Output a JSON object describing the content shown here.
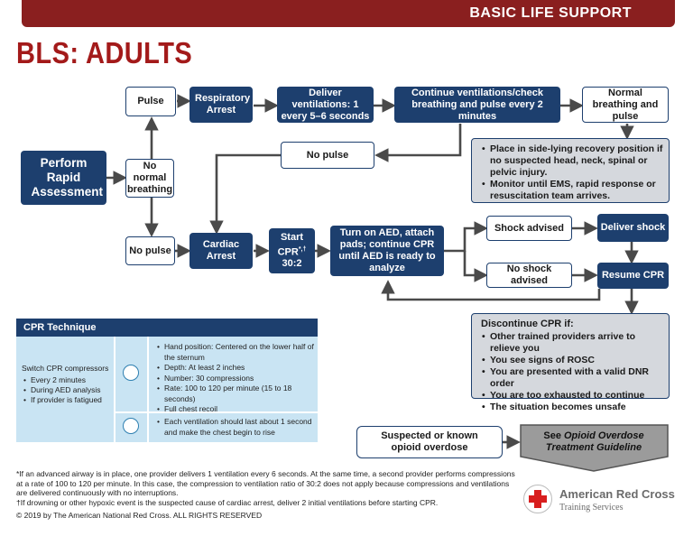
{
  "banner": "BASIC LIFE SUPPORT",
  "title": "BLS: ADULTS",
  "nodes": {
    "pulse": "Pulse",
    "respiratory_arrest": "Respiratory Arrest",
    "deliver_ventilations": "Deliver ventilations: 1 every 5–6 seconds",
    "continue_ventilations": "Continue ventilations/check breathing and pulse every 2 minutes",
    "normal_breathing": "Normal breathing and pulse",
    "perform_rapid": "Perform Rapid Assessment",
    "no_normal_breathing": "No normal breathing",
    "no_pulse_top": "No pulse",
    "no_pulse_left": "No pulse",
    "cardiac_arrest": "Cardiac Arrest",
    "start_cpr_a": "Start",
    "start_cpr_b": "CPR",
    "start_cpr_sup": "*,†",
    "start_cpr_c": "30:2",
    "turn_on_aed": "Turn on AED, attach pads; continue CPR until AED is ready to analyze",
    "shock_advised": "Shock advised",
    "deliver_shock": "Deliver shock",
    "no_shock_advised": "No shock advised",
    "resume_cpr": "Resume CPR",
    "suspected_opioid": "Suspected or known opioid overdose",
    "see_opioid_a": "See",
    "see_opioid_b": "Opioid Overdose Treatment Guideline"
  },
  "recovery": [
    "Place in side-lying recovery position if no suspected head, neck, spinal or pelvic injury.",
    "Monitor until EMS, rapid response or resuscitation team arrives."
  ],
  "discontinue": {
    "heading": "Discontinue CPR if:",
    "items": [
      "Other trained providers arrive to relieve you",
      "You see signs of ROSC",
      "You are presented with a valid DNR order",
      "You are too exhausted to continue",
      "The situation becomes unsafe"
    ]
  },
  "cpr_technique": {
    "heading": "CPR Technique",
    "switch_lead": "Switch CPR compressors",
    "switch_items": [
      "Every 2 minutes",
      "During AED analysis",
      "If provider is fatigued"
    ],
    "compression_items": [
      "Hand position: Centered on the lower half of the sternum",
      "Depth: At least 2 inches",
      "Number: 30 compressions",
      "Rate: 100 to 120 per minute (15 to 18 seconds)",
      "Full chest recoil"
    ],
    "ventilation_items": [
      "Each ventilation should last about 1 second and make the chest begin to rise"
    ],
    "icons": [
      "compression-icon",
      "ventilation-icon"
    ]
  },
  "footnotes": [
    "*If an advanced airway is in place, one provider delivers 1 ventilation every 6 seconds. At the same time, a second provider performs compressions at a rate of 100 to 120 per minute. In this case, the compression to ventilation ratio of 30:2 does not apply because compressions and ventilations are delivered continuously with no interruptions.",
    "†If drowning or other hypoxic event is the suspected cause of cardiac arrest, deliver 2 initial ventilations before starting CPR."
  ],
  "copyright": "© 2019 by The American National Red Cross. ALL RIGHTS RESERVED",
  "logo": {
    "name": "American Red Cross",
    "tagline": "Training Services"
  },
  "colors": {
    "banner": "#8a1f1f",
    "navy": "#1d3f6e",
    "arrow": "#4a4a4a",
    "grey_box": "#d5d8dd",
    "cpr_panel": "#c9e4f3",
    "logo_red": "#d81e1e"
  }
}
